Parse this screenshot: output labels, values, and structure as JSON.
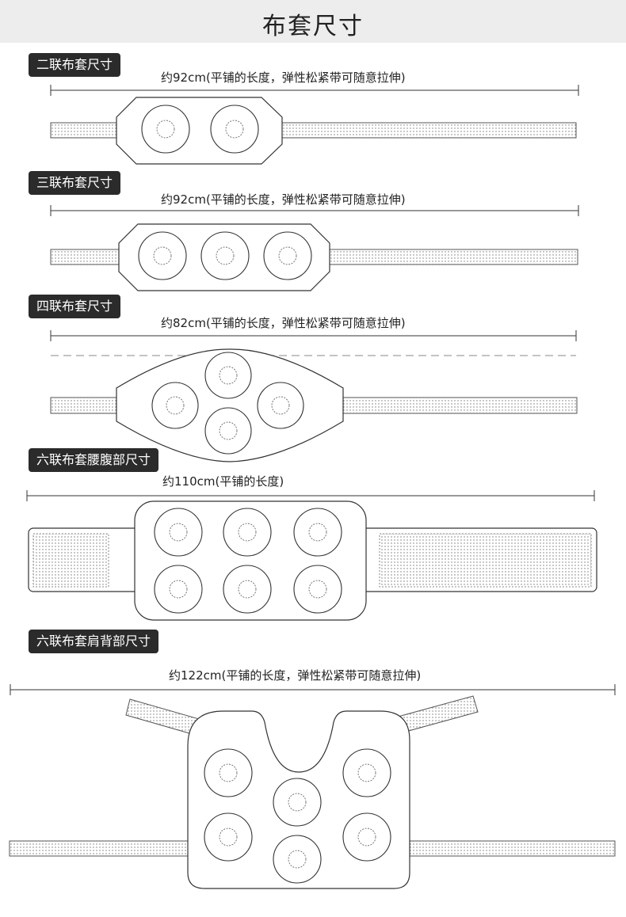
{
  "page": {
    "title": "布套尺寸"
  },
  "sections": [
    {
      "label": "二联布套尺寸",
      "dimension": "约92cm(平铺的长度，弹性松紧带可随意拉伸)"
    },
    {
      "label": "三联布套尺寸",
      "dimension": "约92cm(平铺的长度，弹性松紧带可随意拉伸)"
    },
    {
      "label": "四联布套尺寸",
      "dimension": "约82cm(平铺的长度，弹性松紧带可随意拉伸)"
    },
    {
      "label": "六联布套腰腹部尺寸",
      "dimension": "约110cm(平铺的长度)"
    },
    {
      "label": "六联布套肩背部尺寸",
      "dimension": "约122cm(平铺的长度，弹性松紧带可随意拉伸)"
    }
  ],
  "colors": {
    "label_bg": "#2b2b2b",
    "header_bg": "#ededed",
    "line": "#333333"
  }
}
